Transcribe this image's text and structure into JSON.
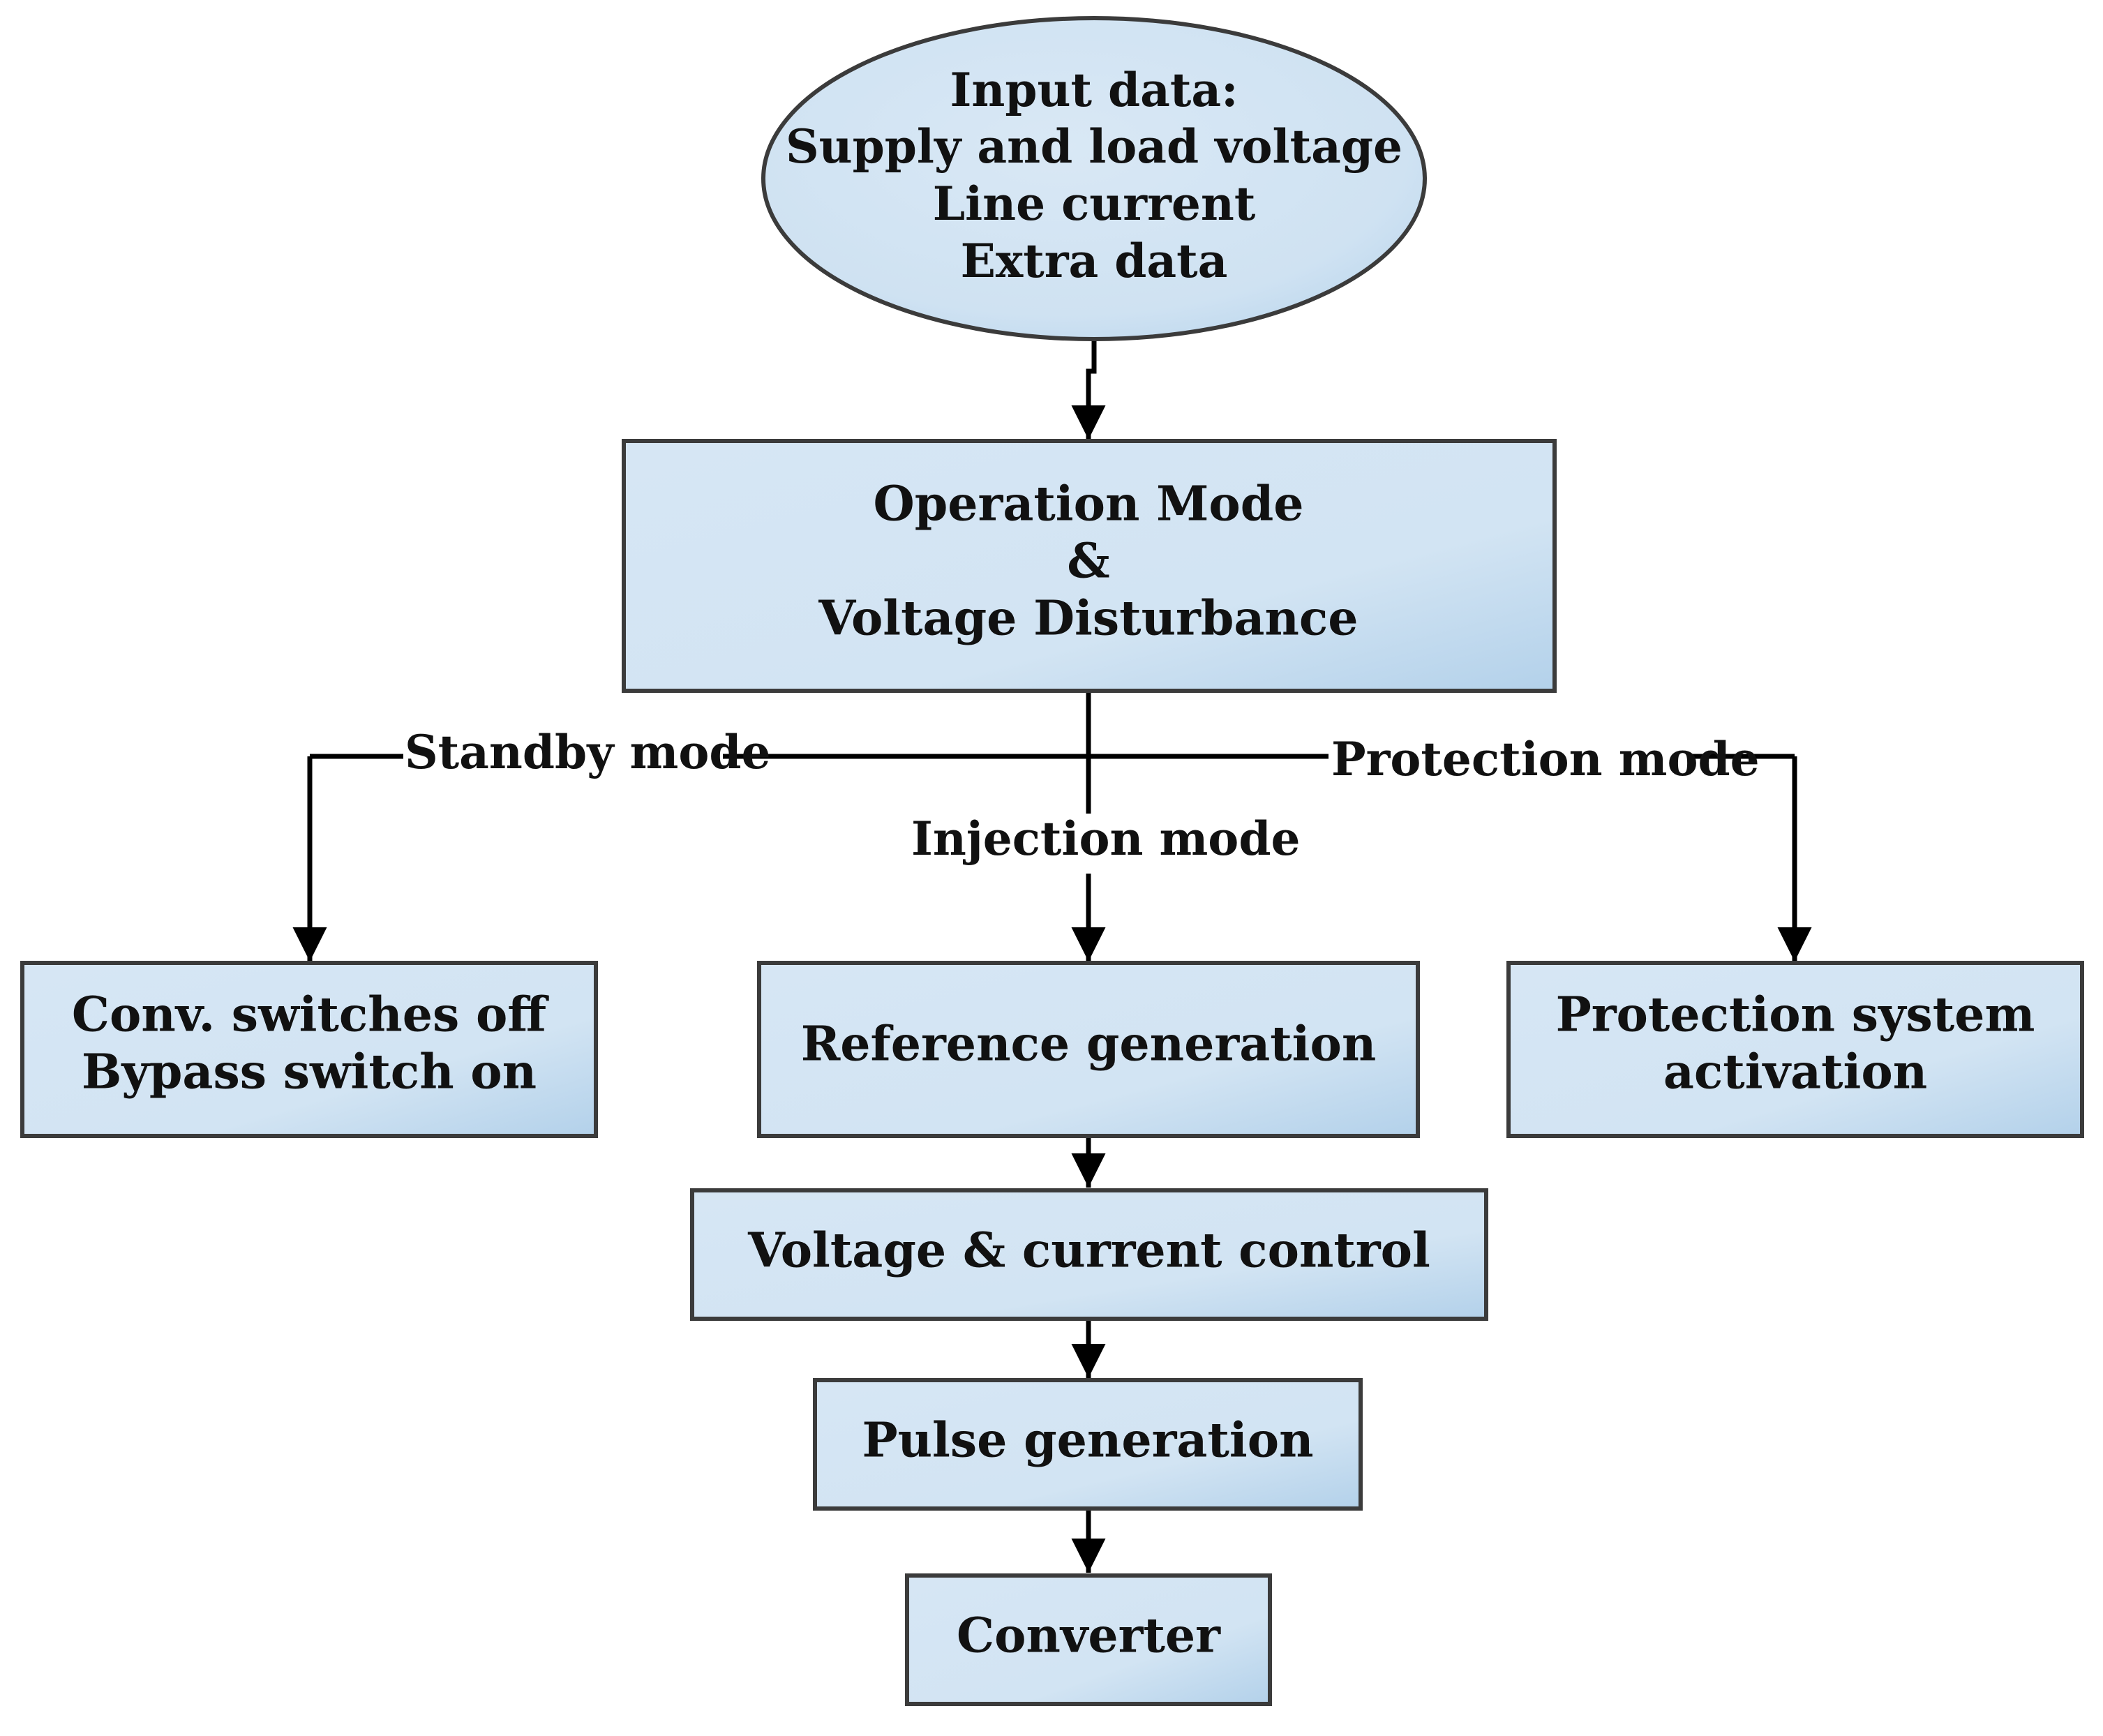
{
  "colors": {
    "node_fill_light": "#d6e6f4",
    "node_fill_dark": "#b5d3ec",
    "node_stroke": "#3b3b3b",
    "edge": "#000000",
    "text": "#111111"
  },
  "nodes": {
    "input": {
      "lines": [
        "Input data:",
        "Supply and load voltage",
        "Line current",
        "Extra data"
      ]
    },
    "operation": {
      "lines": [
        "Operation Mode",
        "&",
        "Voltage Disturbance"
      ]
    },
    "standby_result": {
      "lines": [
        "Conv. switches off",
        "Bypass switch on"
      ]
    },
    "reference": {
      "lines": [
        "Reference generation"
      ]
    },
    "protection_result": {
      "lines": [
        "Protection system",
        "activation"
      ]
    },
    "control": {
      "lines": [
        "Voltage & current control"
      ]
    },
    "pulse": {
      "lines": [
        "Pulse generation"
      ]
    },
    "converter": {
      "lines": [
        "Converter"
      ]
    }
  },
  "edge_labels": {
    "standby": "Standby mode",
    "injection": "Injection mode",
    "protection": "Protection mode"
  }
}
